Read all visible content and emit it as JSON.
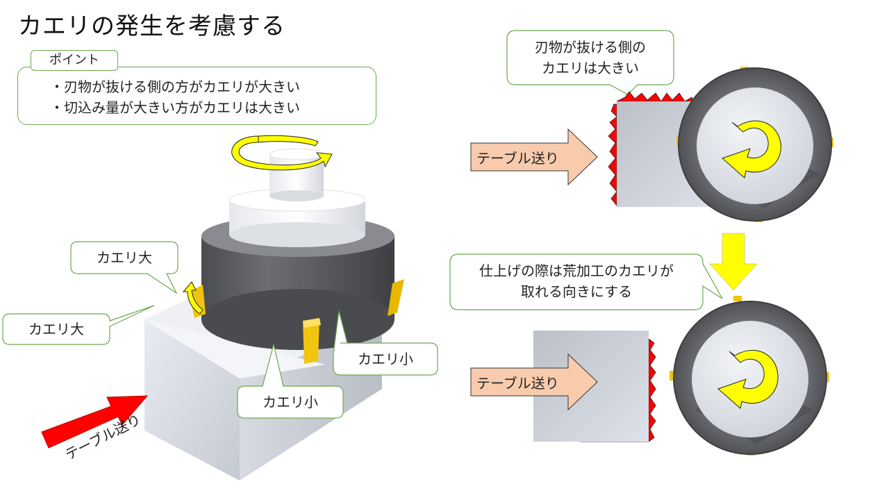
{
  "title": "カエリの発生を考慮する",
  "point": {
    "label": "ポイント",
    "lines": [
      "・刃物が抜ける側の方がカエリが大きい",
      "・切込み量が大きい方がカエリは大きい"
    ]
  },
  "callouts": {
    "burr_large_1": "カエリ大",
    "burr_large_2": "カエリ大",
    "burr_small_1": "カエリ小",
    "burr_small_2": "カエリ小",
    "exit_side_line1": "刃物が抜ける側の",
    "exit_side_line2": "カエリは大きい",
    "finish_line1": "仕上げの際は荒加工のカエリが",
    "finish_line2": "取れる向きにする"
  },
  "feed": {
    "diagonal": "テーブル送り",
    "top": "テーブル送り",
    "bottom": "テーブル送り"
  },
  "colors": {
    "callout_border": "#6aa84f",
    "feed_arrow": "#f8cbad",
    "rotation_arrow": "#ffff00",
    "burr": "#ff0000",
    "down_arrow": "#ffff00",
    "big_red_arrow": "#ff0000",
    "cutter_body": "#5f6063",
    "insert": "#f1c40f"
  }
}
